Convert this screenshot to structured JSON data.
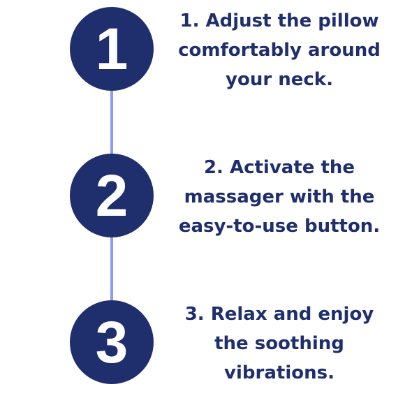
{
  "steps": [
    {
      "number": "1",
      "lines": [
        "1. Adjust the pillow",
        "comfortably around",
        "your neck."
      ]
    },
    {
      "number": "2",
      "lines": [
        "2. Activate the",
        "massager with the",
        "easy-to-use button."
      ]
    },
    {
      "number": "3",
      "lines": [
        "3. Relax and enjoy",
        "the soothing",
        "vibrations."
      ]
    }
  ],
  "colors": {
    "circle": "#1f2e6c",
    "connector": "#8c9cf5",
    "text": "#1f2e6c"
  }
}
